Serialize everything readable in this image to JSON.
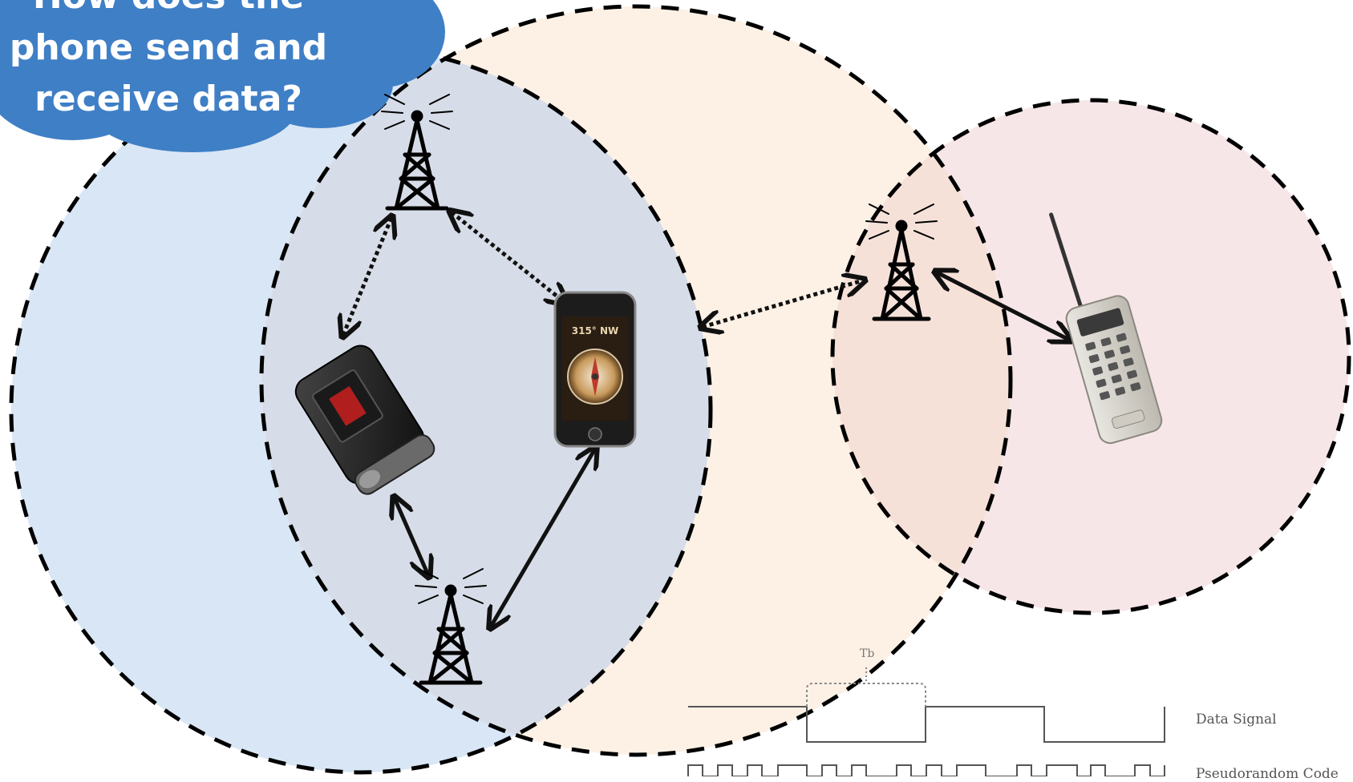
{
  "cloud": {
    "lines": [
      "How does the",
      "phone send and",
      "receive data?"
    ]
  },
  "signal": {
    "data_label": "Data Signal",
    "code_label": "Pseudorandom Code",
    "tb_label": "Tb"
  },
  "colors": {
    "blue_cell": "#d9e6f5",
    "peach_cell": "#fdf1e6",
    "pink_cell": "#f6e6e8",
    "overlap_blue_peach": "#d7dde8",
    "overlap_peach_pink": "#f6e1d8",
    "cloud_blue": "#3f7fc6"
  },
  "icons": [
    "tower-icon",
    "flip-phone-icon",
    "smartphone-icon",
    "brick-phone-icon",
    "compass-app-icon"
  ]
}
